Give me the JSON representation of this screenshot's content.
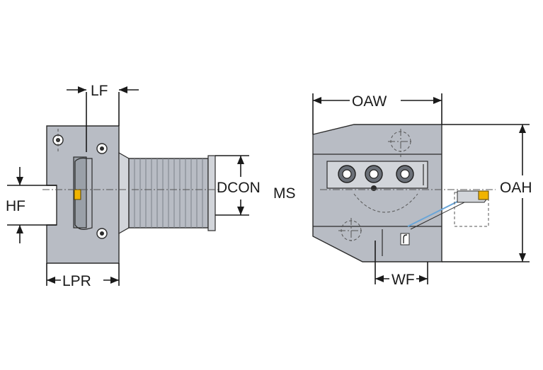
{
  "labels": {
    "lf": "LF",
    "hf": "HF",
    "lpr": "LPR",
    "dcon": "DCON",
    "dcon_sub": "MS",
    "oaw": "OAW",
    "oah": "OAH",
    "wf": "WF"
  },
  "colors": {
    "body": "#b8bcc4",
    "body_dark": "#9aa0a8",
    "insert": "#f0b400",
    "coolant": "#6aa6d8",
    "line": "#1a1a1a"
  }
}
